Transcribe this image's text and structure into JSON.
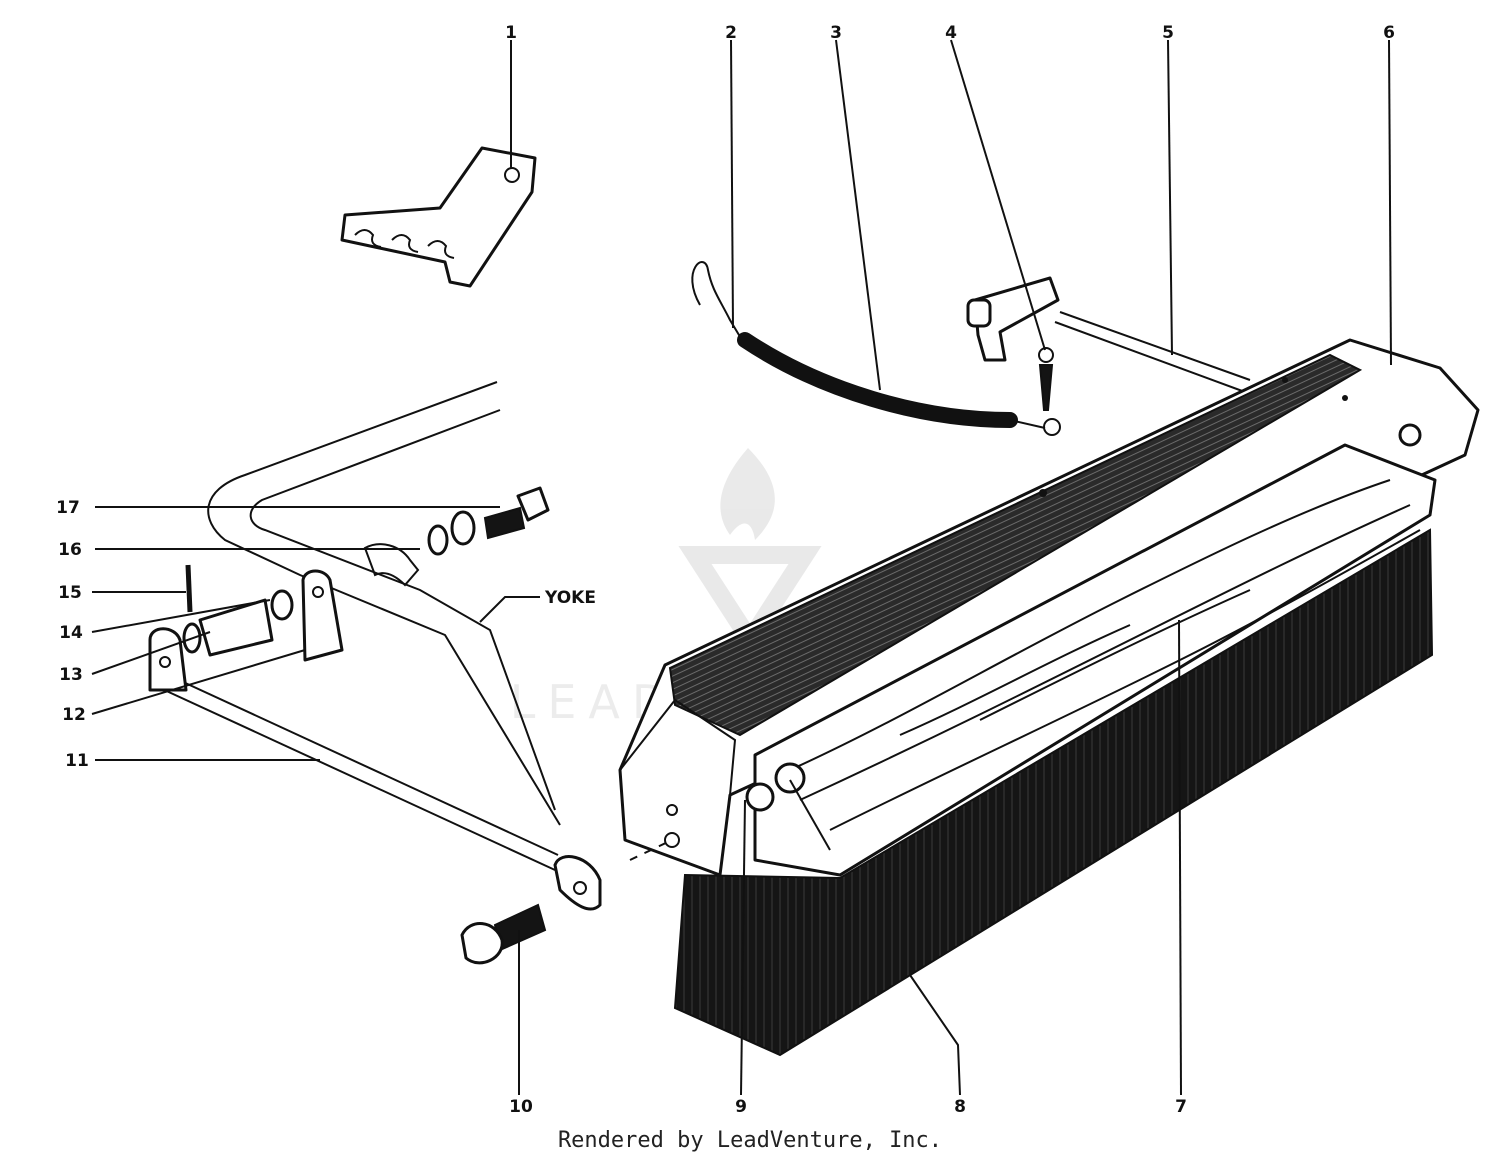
{
  "callouts": {
    "c1": "1",
    "c2": "2",
    "c3": "3",
    "c4": "4",
    "c5": "5",
    "c6": "6",
    "c7": "7",
    "c8": "8",
    "c9": "9",
    "c10": "10",
    "c11": "11",
    "c12": "12",
    "c13": "13",
    "c14": "14",
    "c15": "15",
    "c16": "16",
    "c17": "17",
    "yoke": "YOKE"
  },
  "watermark": "LEADVENTURE",
  "footer": "Rendered by LeadVenture, Inc."
}
